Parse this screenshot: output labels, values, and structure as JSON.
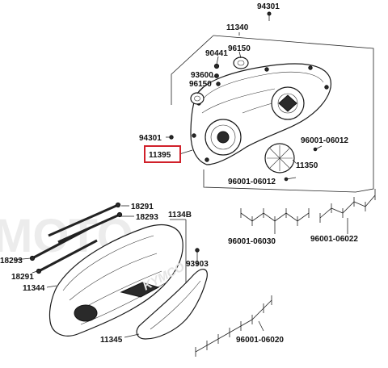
{
  "watermark": "MOTO",
  "highlight_part": "11395",
  "cover_logo": "KYMCO",
  "part_labels": {
    "p94301_top": "94301",
    "p11340": "11340",
    "p90441": "90441",
    "p96150_a": "96150",
    "p93600": "93600",
    "p96150_b": "96150",
    "p94301_mid": "94301",
    "p11395": "11395",
    "p96001_06012_a": "96001-06012",
    "p11350": "11350",
    "p96001_06012_b": "96001-06012",
    "p18291_a": "18291",
    "p18293_a": "18293",
    "p1134B": "1134B",
    "p18293_b": "18293",
    "p18291_b": "18291",
    "p11344": "11344",
    "p93903": "93903",
    "p96001_06030": "96001-06030",
    "p96001_06022": "96001-06022",
    "p11345": "11345",
    "p96001_06020": "96001-06020"
  }
}
